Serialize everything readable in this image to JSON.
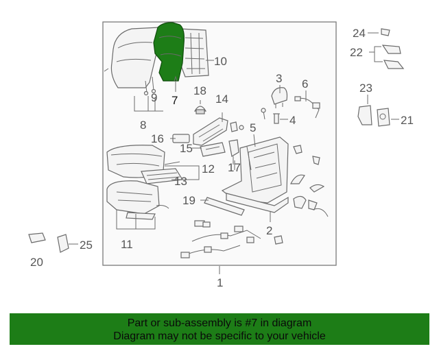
{
  "diagram": {
    "highlight_color": "#1d7d17",
    "callouts": {
      "c1": "1",
      "c2": "2",
      "c3": "3",
      "c4": "4",
      "c5": "5",
      "c6": "6",
      "c7": "7",
      "c8": "8",
      "c9": "9",
      "c10": "10",
      "c11": "11",
      "c12": "12",
      "c13": "13",
      "c14": "14",
      "c15": "15",
      "c16": "16",
      "c17": "17",
      "c18": "18",
      "c19": "19",
      "c20": "20",
      "c21": "21",
      "c22": "22",
      "c23": "23",
      "c24": "24",
      "c25": "25"
    }
  },
  "banner": {
    "background": "#1d7d17",
    "line1": "Part or sub-assembly is #7 in diagram",
    "line2": "Diagram may not be specific to your vehicle"
  }
}
